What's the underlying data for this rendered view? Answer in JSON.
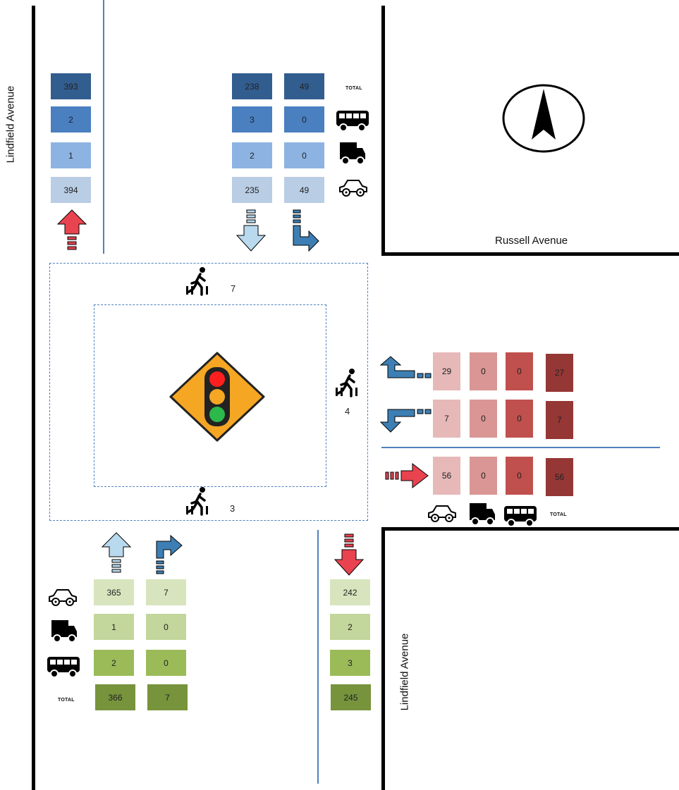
{
  "roads": {
    "west_label": "Lindfield Avenue",
    "south_label": "Lindfield Avenue",
    "east_label": "Russell Avenue"
  },
  "total_label": "TOTAL",
  "north": {
    "outbound": {
      "total": "393",
      "bus": "2",
      "truck": "1",
      "car": "394"
    },
    "through": {
      "total": "238",
      "bus": "3",
      "truck": "2",
      "car": "235"
    },
    "left": {
      "total": "49",
      "bus": "0",
      "truck": "0",
      "car": "49"
    }
  },
  "south": {
    "through": {
      "car": "365",
      "truck": "1",
      "bus": "2",
      "total": "366"
    },
    "right": {
      "car": "7",
      "truck": "0",
      "bus": "0",
      "total": "7"
    },
    "outbound": {
      "car": "242",
      "truck": "2",
      "bus": "3",
      "total": "245"
    }
  },
  "east": {
    "right": {
      "car": "29",
      "truck": "0",
      "bus": "0",
      "total": "27"
    },
    "left": {
      "car": "7",
      "truck": "0",
      "bus": "0",
      "total": "7"
    },
    "outbound": {
      "car": "56",
      "truck": "0",
      "bus": "0",
      "total": "56"
    }
  },
  "pedestrians": {
    "north": "7",
    "east": "4",
    "south": "3"
  },
  "colors": {
    "north_total": "#325d8f",
    "north_bus": "#4a7fc0",
    "north_truck": "#8db3e2",
    "north_car": "#b9cde5",
    "east_car": "#e6b9b8",
    "east_truck": "#d99694",
    "east_bus": "#c0504d",
    "east_total": "#953735",
    "south_car": "#d7e4bd",
    "south_truck": "#c3d69b",
    "south_bus": "#9bbb59",
    "south_total": "#77933c"
  }
}
